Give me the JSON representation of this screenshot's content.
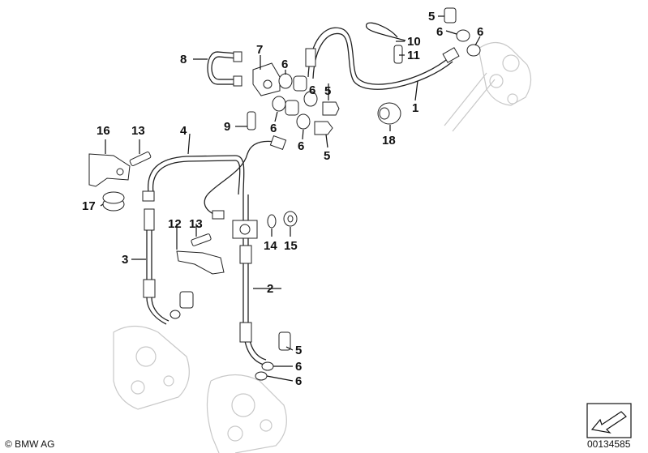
{
  "labels": {
    "p1": "1",
    "p2": "2",
    "p3": "3",
    "p4": "4",
    "p5a": "5",
    "p5b": "5",
    "p5c": "5",
    "p5d": "5",
    "p6a": "6",
    "p6b": "6",
    "p6c": "6",
    "p6d": "6",
    "p6e": "6",
    "p6f": "6",
    "p6g": "6",
    "p7": "7",
    "p8": "8",
    "p9": "9",
    "p10": "10",
    "p11": "11",
    "p12": "12",
    "p13a": "13",
    "p13b": "13",
    "p14": "14",
    "p15": "15",
    "p16": "16",
    "p17": "17",
    "p18": "18"
  },
  "footer": {
    "copyright": "© BMW AG",
    "diagram_number": "00134585"
  }
}
